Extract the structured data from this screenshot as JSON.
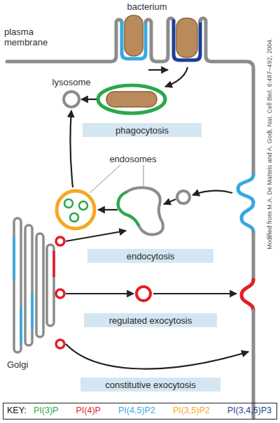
{
  "diagram": {
    "nodes": [
      {
        "text": [
          "phagocytosis"
        ]
      },
      {
        "text": [
          "endocytosis"
        ]
      },
      {
        "text": [
          "regulated exocytosis"
        ]
      },
      {
        "text": [
          "constitutive exocytosis"
        ]
      }
    ],
    "labels": [
      "bacterium",
      "plasma membrane",
      "lysosome",
      "endosomes",
      "Golgi",
      "KEY:",
      "Modified from M.A. De Matteis and A. Godi, Nat. Cell Biol. 6:487–492, 2004."
    ],
    "legend": [
      {
        "text": "PI(3)P",
        "color": "#2aa84a"
      },
      {
        "text": "PI(4)P",
        "color": "#e41e26"
      },
      {
        "text": "PI(4,5)P2",
        "color": "#36a9e1"
      },
      {
        "text": "PI(3,5)P2",
        "color": "#f7a823"
      },
      {
        "text": "PI(3,4,5)P3",
        "color": "#1b3f94"
      }
    ]
  }
}
